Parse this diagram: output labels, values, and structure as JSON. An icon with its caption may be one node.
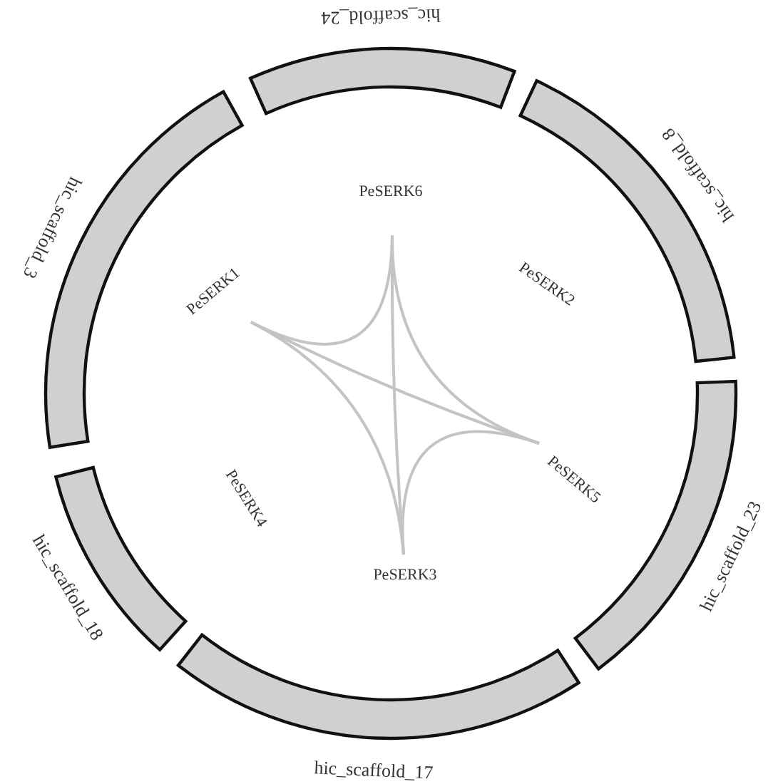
{
  "diagram": {
    "nodes": [
      {
        "text": [
          "hic_scaffold_24"
        ]
      },
      {
        "text": [
          "hic_scaffold_8"
        ]
      },
      {
        "text": [
          "hic_scaffold_3"
        ]
      },
      {
        "text": [
          "PeSERK6"
        ]
      },
      {
        "text": [
          "PeSERK1"
        ]
      },
      {
        "text": [
          "PeSERK2"
        ]
      },
      {
        "text": [
          "hic_scaffold_23"
        ]
      },
      {
        "text": [
          "PeSERK5"
        ]
      },
      {
        "text": [
          "PeSERK4"
        ]
      },
      {
        "text": [
          "hic_scaffold_18"
        ]
      },
      {
        "text": [
          "PeSERK3"
        ]
      },
      {
        "text": [
          "hic_scaffold_17"
        ]
      }
    ],
    "edges": [
      {
        "from": 3,
        "to": 4,
        "arrow": "none"
      },
      {
        "from": 3,
        "to": 7,
        "arrow": "none"
      },
      {
        "from": 3,
        "to": 10,
        "arrow": "none"
      },
      {
        "from": 4,
        "to": 7,
        "arrow": "none"
      },
      {
        "from": 4,
        "to": 10,
        "arrow": "none"
      },
      {
        "from": 7,
        "to": 10,
        "arrow": "none"
      }
    ]
  }
}
